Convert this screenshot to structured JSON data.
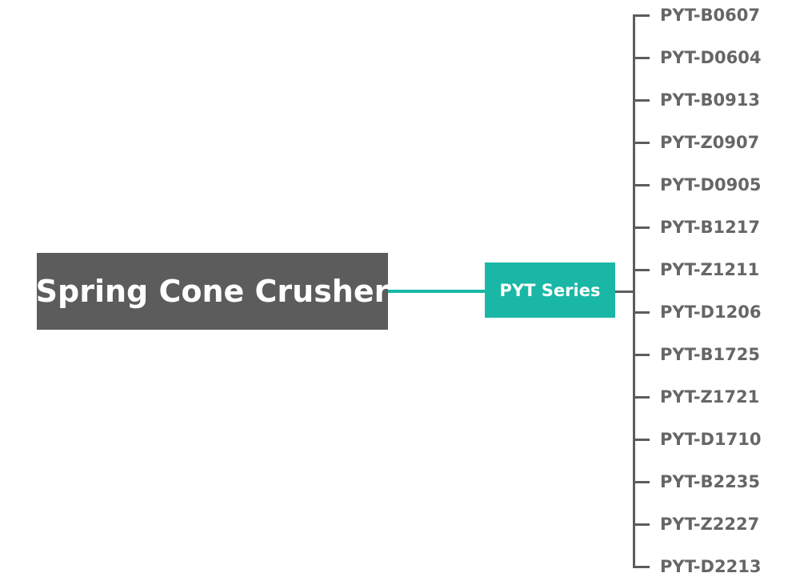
{
  "root": {
    "label": "Spring Cone Crusher"
  },
  "series": {
    "label": "PYT Series"
  },
  "models": [
    "PYT-B0607",
    "PYT-D0604",
    "PYT-B0913",
    "PYT-Z0907",
    "PYT-D0905",
    "PYT-B1217",
    "PYT-Z1211",
    "PYT-D1206",
    "PYT-B1725",
    "PYT-Z1721",
    "PYT-D1710",
    "PYT-B2235",
    "PYT-Z2227",
    "PYT-D2213"
  ],
  "colors": {
    "root_bg": "#5c5c5c",
    "series_bg": "#1ab7a6",
    "leaf_text": "#666666",
    "line": "#5c5c5c"
  }
}
